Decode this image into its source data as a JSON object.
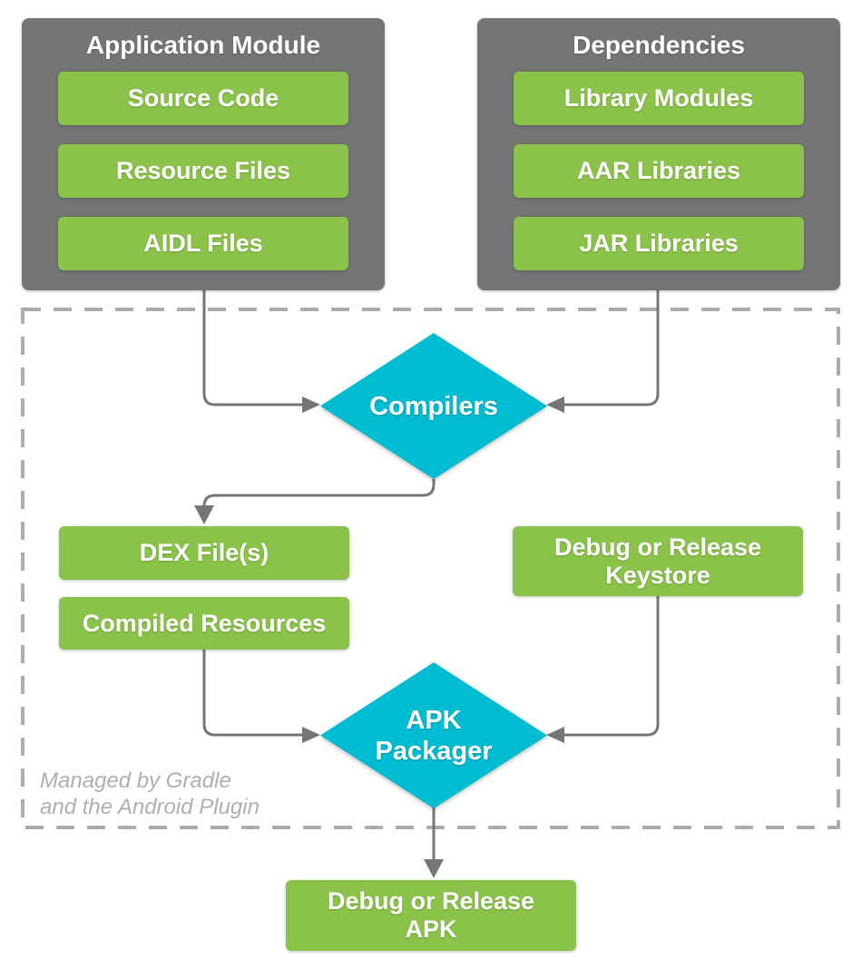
{
  "colors": {
    "panel_gray": "#757575",
    "green": "#8bc34a",
    "cyan": "#00bcd1",
    "connector_gray": "#757575",
    "dash_gray": "#acacac",
    "note_gray": "#afafaf"
  },
  "app_module": {
    "title": "Application Module",
    "items": [
      "Source Code",
      "Resource Files",
      "AIDL Files"
    ]
  },
  "dependencies": {
    "title": "Dependencies",
    "items": [
      "Library Modules",
      "AAR Libraries",
      "JAR Libraries"
    ]
  },
  "pipeline": {
    "compilers_label": "Compilers",
    "dex_label": "DEX File(s)",
    "compiled_resources_label": "Compiled Resources",
    "keystore_label": "Debug or Release Keystore",
    "apk_packager_label": "APK Packager",
    "note_lines": [
      "Managed by Gradle",
      "and the Android Plugin"
    ],
    "output_label": "Debug or Release APK"
  }
}
